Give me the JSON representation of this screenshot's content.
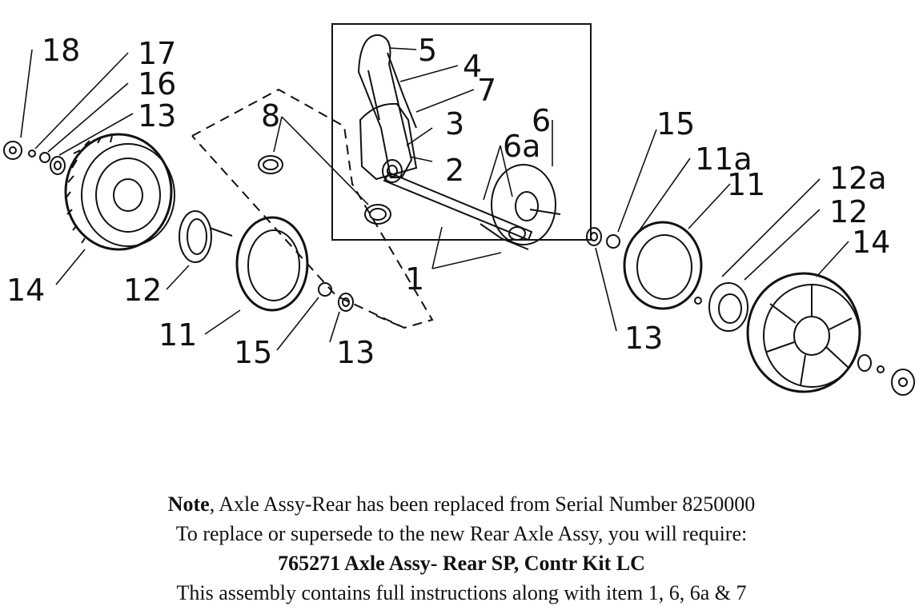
{
  "labels": {
    "n18": "18",
    "n17": "17",
    "n16": "16",
    "n13a": "13",
    "n8": "8",
    "n5": "5",
    "n4": "4",
    "n7": "7",
    "n3": "3",
    "n2": "2",
    "n6": "6",
    "n6a": "6a",
    "n15r": "15",
    "n11a": "11a",
    "n11r": "11",
    "n12a": "12a",
    "n12r": "12",
    "n14r": "14",
    "n14l": "14",
    "n12l": "12",
    "n11l": "11",
    "n15l": "15",
    "n13b": "13",
    "n1": "1",
    "n13r": "13"
  },
  "note": {
    "line1_bold": "Note",
    "line1_rest": ", Axle Assy-Rear has been replaced from Serial Number 8250000",
    "line2": "To replace or supersede to the new Rear Axle Assy, you will require:",
    "line3": "765271 Axle Assy- Rear SP, Contr Kit LC",
    "line4": "This assembly contains full instructions along with item 1, 6, 6a & 7"
  }
}
